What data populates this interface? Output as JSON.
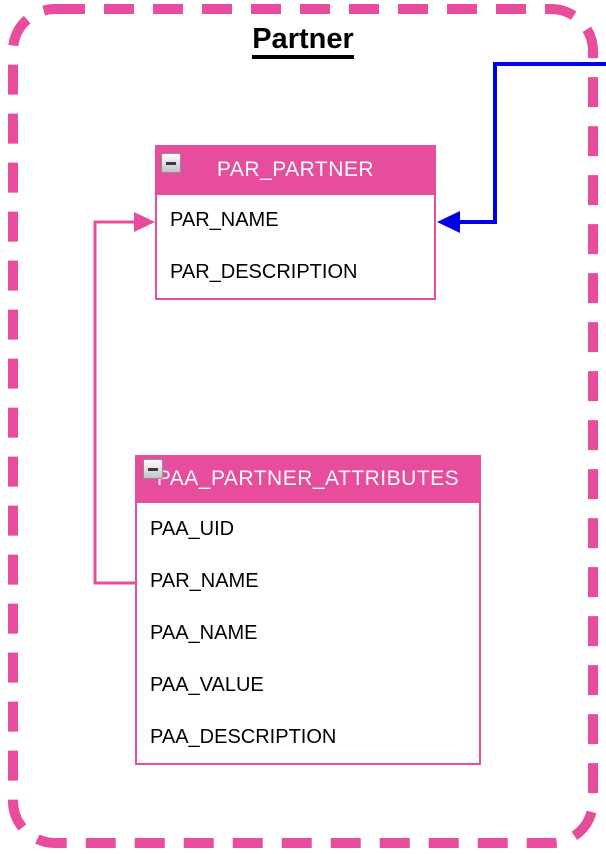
{
  "diagram": {
    "title": "Partner",
    "colors": {
      "group_border_pink": "#E84C9C",
      "table_header_pink": "#E84C9C",
      "relation_pink": "#E84C9C",
      "relation_blue": "#0000E6",
      "header_text": "#FFFFFF",
      "row_text": "#000000",
      "title_text": "#000000"
    },
    "tables": [
      {
        "name": "PAR_PARTNER",
        "collapse_icon": "minus-collapse-icon",
        "columns": [
          "PAR_NAME",
          "PAR_DESCRIPTION"
        ]
      },
      {
        "name": "PAA_PARTNER_ATTRIBUTES",
        "collapse_icon": "minus-collapse-icon",
        "columns": [
          "PAA_UID",
          "PAR_NAME",
          "PAA_NAME",
          "PAA_VALUE",
          "PAA_DESCRIPTION"
        ]
      }
    ],
    "relationships": [
      {
        "from": "PAA_PARTNER_ATTRIBUTES.PAR_NAME",
        "to": "PAR_PARTNER.PAR_NAME",
        "color": "#E84C9C",
        "arrow": "into PAR_PARTNER left side"
      },
      {
        "from": "external (off-canvas right)",
        "to": "PAR_PARTNER.PAR_NAME",
        "color": "#0000E6",
        "arrow": "into PAR_PARTNER right side"
      }
    ]
  }
}
